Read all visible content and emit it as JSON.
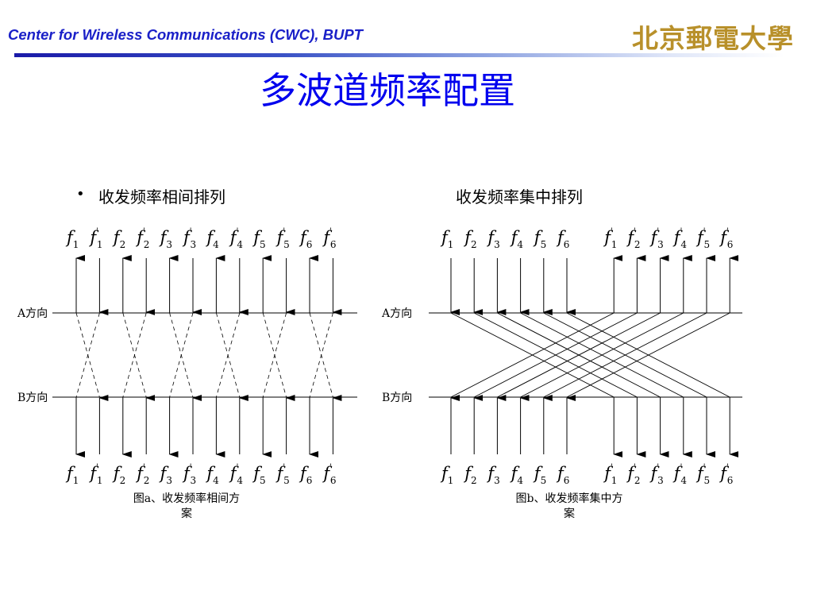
{
  "header": {
    "title": "Center for Wireless Communications (CWC), BUPT",
    "logo_text": "北京郵電大學"
  },
  "slide": {
    "title": "多波道频率配置",
    "bullet": "•",
    "subtitle_left": "收发频率相间排列",
    "subtitle_right": "收发频率集中排列"
  },
  "colors": {
    "header_text": "#1a20c8",
    "title": "#0000ee",
    "logo": "#b8902a",
    "line": "#000000"
  },
  "diagram_a": {
    "direction_a_label": "A方向",
    "direction_b_label": "B方向",
    "top_labels": [
      {
        "base": "f",
        "sub": "1",
        "prime": false
      },
      {
        "base": "f",
        "sub": "1",
        "prime": true
      },
      {
        "base": "f",
        "sub": "2",
        "prime": false
      },
      {
        "base": "f",
        "sub": "2",
        "prime": true
      },
      {
        "base": "f",
        "sub": "3",
        "prime": false
      },
      {
        "base": "f",
        "sub": "3",
        "prime": true
      },
      {
        "base": "f",
        "sub": "4",
        "prime": false
      },
      {
        "base": "f",
        "sub": "4",
        "prime": true
      },
      {
        "base": "f",
        "sub": "5",
        "prime": false
      },
      {
        "base": "f",
        "sub": "5",
        "prime": true
      },
      {
        "base": "f",
        "sub": "6",
        "prime": false
      },
      {
        "base": "f",
        "sub": "6",
        "prime": true
      }
    ],
    "bottom_labels": [
      {
        "base": "f",
        "sub": "1",
        "prime": false
      },
      {
        "base": "f",
        "sub": "1",
        "prime": true
      },
      {
        "base": "f",
        "sub": "2",
        "prime": false
      },
      {
        "base": "f",
        "sub": "2",
        "prime": true
      },
      {
        "base": "f",
        "sub": "3",
        "prime": false
      },
      {
        "base": "f",
        "sub": "3",
        "prime": true
      },
      {
        "base": "f",
        "sub": "4",
        "prime": false
      },
      {
        "base": "f",
        "sub": "4",
        "prime": true
      },
      {
        "base": "f",
        "sub": "5",
        "prime": false
      },
      {
        "base": "f",
        "sub": "5",
        "prime": true
      },
      {
        "base": "f",
        "sub": "6",
        "prime": false
      },
      {
        "base": "f",
        "sub": "6",
        "prime": true
      }
    ],
    "caption_line1": "图a、收发频率相间方",
    "caption_line2": "案"
  },
  "diagram_b": {
    "direction_a_label": "A方向",
    "direction_b_label": "B方向",
    "top_labels": [
      {
        "base": "f",
        "sub": "1",
        "prime": false
      },
      {
        "base": "f",
        "sub": "2",
        "prime": false
      },
      {
        "base": "f",
        "sub": "3",
        "prime": false
      },
      {
        "base": "f",
        "sub": "4",
        "prime": false
      },
      {
        "base": "f",
        "sub": "5",
        "prime": false
      },
      {
        "base": "f",
        "sub": "6",
        "prime": false
      },
      {
        "base": "f",
        "sub": "1",
        "prime": true
      },
      {
        "base": "f",
        "sub": "2",
        "prime": true
      },
      {
        "base": "f",
        "sub": "3",
        "prime": true
      },
      {
        "base": "f",
        "sub": "4",
        "prime": true
      },
      {
        "base": "f",
        "sub": "5",
        "prime": true
      },
      {
        "base": "f",
        "sub": "6",
        "prime": true
      }
    ],
    "bottom_labels": [
      {
        "base": "f",
        "sub": "1",
        "prime": false
      },
      {
        "base": "f",
        "sub": "2",
        "prime": false
      },
      {
        "base": "f",
        "sub": "3",
        "prime": false
      },
      {
        "base": "f",
        "sub": "4",
        "prime": false
      },
      {
        "base": "f",
        "sub": "5",
        "prime": false
      },
      {
        "base": "f",
        "sub": "6",
        "prime": false
      },
      {
        "base": "f",
        "sub": "1",
        "prime": true
      },
      {
        "base": "f",
        "sub": "2",
        "prime": true
      },
      {
        "base": "f",
        "sub": "3",
        "prime": true
      },
      {
        "base": "f",
        "sub": "4",
        "prime": true
      },
      {
        "base": "f",
        "sub": "5",
        "prime": true
      },
      {
        "base": "f",
        "sub": "6",
        "prime": true
      }
    ],
    "caption_line1": "图b、收发频率集中方",
    "caption_line2": "案"
  }
}
